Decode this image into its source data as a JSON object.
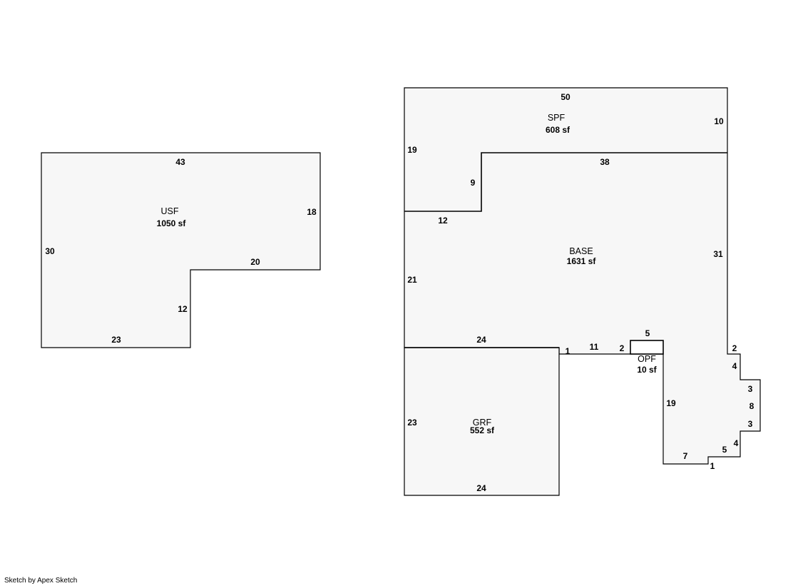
{
  "footer": "Sketch by Apex Sketch",
  "areas": {
    "usf": {
      "name": "USF",
      "size": "1050 sf"
    },
    "spf": {
      "name": "SPF",
      "size": "608 sf"
    },
    "base": {
      "name": "BASE",
      "size": "1631 sf"
    },
    "grf": {
      "name": "GRF",
      "size": "552 sf"
    },
    "opf": {
      "name": "OPF",
      "size": "10 sf"
    }
  },
  "dims": {
    "usf": [
      "43",
      "18",
      "20",
      "12",
      "23",
      "30"
    ],
    "spf": [
      "50",
      "10",
      "19",
      "9",
      "12",
      "38"
    ],
    "base": [
      "31",
      "21",
      "24",
      "1",
      "11",
      "2",
      "5",
      "19",
      "2",
      "4",
      "3",
      "8",
      "3",
      "4",
      "5",
      "1",
      "7"
    ],
    "grf": [
      "23",
      "24"
    ]
  }
}
